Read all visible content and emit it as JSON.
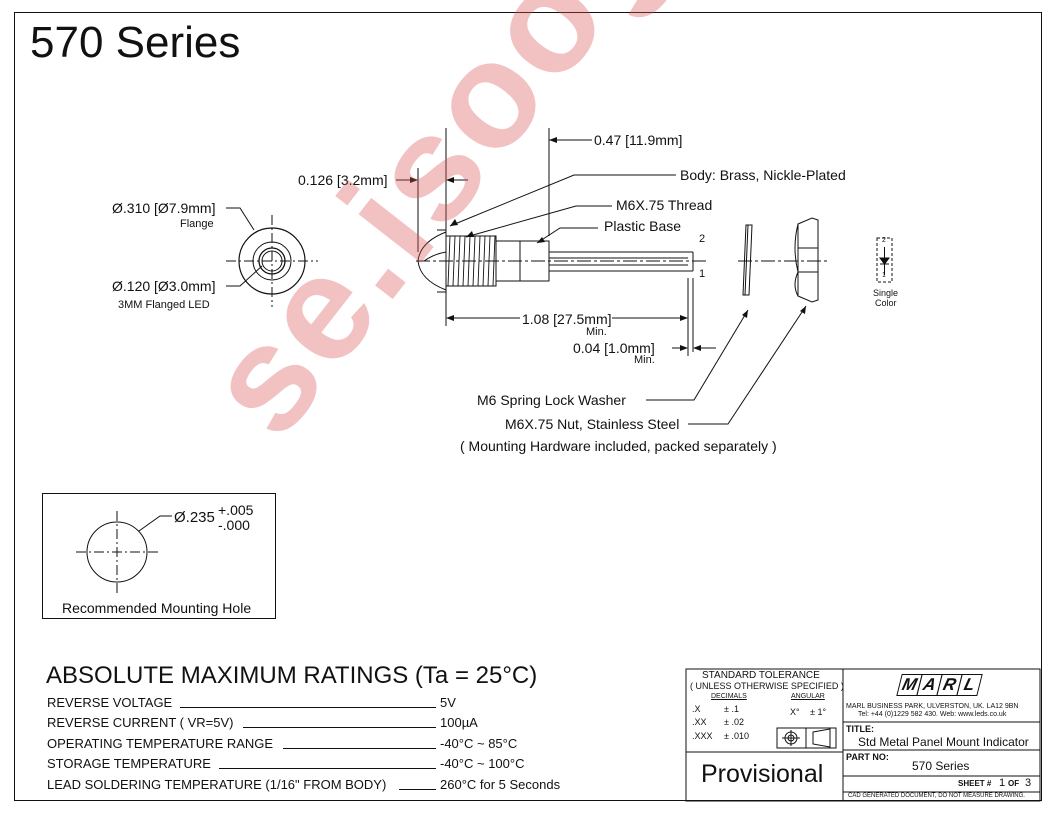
{
  "title": "570 Series",
  "led_view": {
    "flange_dim": "Ø.310 [Ø7.9mm]",
    "flange_label": "Flange",
    "lens_dim": "Ø.120 [Ø3.0mm]",
    "caption": "3MM Flanged LED"
  },
  "side_view": {
    "dim_overall_top": "0.47 [11.9mm]",
    "dim_flange": "0.126 [3.2mm]",
    "body": "Body: Brass, Nickle-Plated",
    "thread": "M6X.75 Thread",
    "base": "Plastic Base",
    "pin_2": "2",
    "pin_1": "1",
    "dim_lead_length": "1.08 [27.5mm]",
    "dim_lead_length_note": "Min.",
    "dim_lead_gap": "0.04 [1.0mm]",
    "dim_lead_gap_note": "Min."
  },
  "hardware": {
    "washer": "M6 Spring Lock Washer",
    "nut": "M6X.75 Nut, Stainless Steel",
    "note": "( Mounting Hardware included, packed separately )"
  },
  "schematic": {
    "pin_top": "2",
    "pin_bottom": "1",
    "label_line1": "Single",
    "label_line2": "Color"
  },
  "mounting_hole": {
    "dim": "Ø.235",
    "tol_plus": "+.005",
    "tol_minus": "-.000",
    "caption": "Recommended Mounting Hole"
  },
  "ratings": {
    "heading": "ABSOLUTE MAXIMUM RATINGS (Ta = 25°C)",
    "rows": [
      {
        "name": "REVERSE VOLTAGE",
        "value": "5V"
      },
      {
        "name": "REVERSE CURRENT ( VR=5V)",
        "value": "100µA"
      },
      {
        "name": "OPERATING TEMPERATURE RANGE",
        "value": "-40°C  ~  85°C"
      },
      {
        "name": "STORAGE TEMPERATURE",
        "value": "-40°C  ~  100°C"
      },
      {
        "name": "LEAD SOLDERING TEMPERATURE (1/16\" FROM BODY)",
        "value": "260°C for 5 Seconds"
      }
    ]
  },
  "title_block": {
    "tolerance_heading": "STANDARD TOLERANCE",
    "tolerance_sub": "( UNLESS OTHERWISE SPECIFIED )",
    "decimals_label": "DECIMALS",
    "angular_label": "ANGULAR",
    "dec_x": ".X",
    "dec_x_tol": "± .1",
    "dec_xx": ".XX",
    "dec_xx_tol": "± .02",
    "dec_xxx": ".XXX",
    "dec_xxx_tol": "± .010",
    "ang_x": "X°",
    "ang_tol": "± 1°",
    "status": "Provisional",
    "logo_letters": [
      "M",
      "A",
      "R",
      "L"
    ],
    "company_address": "MARL BUSINESS PARK, ULVERSTON, UK. LA12 9BN",
    "company_contact": "Tel: +44 (0)1229 582 430.  Web: www.leds.co.uk",
    "title_label": "TITLE:",
    "title_value": "Std Metal Panel Mount Indicator",
    "part_label": "PART NO:",
    "part_value": "570 Series",
    "sheet_label": "SHEET #",
    "sheet_num": "1",
    "sheet_of": "OF",
    "sheet_total": "3",
    "footer": "CAD GENERATED DOCUMENT, DO NOT MEASURE DRAWING."
  },
  "watermark_text": "se.isoog.com",
  "colors": {
    "line": "#111111",
    "watermark": "#d9534f"
  }
}
